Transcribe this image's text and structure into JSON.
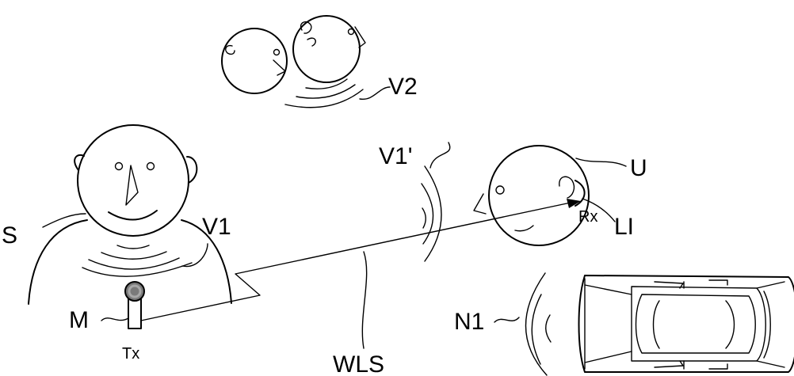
{
  "labels": {
    "speaker": "S",
    "voice_speaker": "V1",
    "voice_speaker_far": "V1'",
    "other_voices": "V2",
    "user": "U",
    "loudspeaker": "LI",
    "receiver": "Rx",
    "microphone": "M",
    "transmitter": "Tx",
    "wireless_link": "WLS",
    "noise": "N1"
  }
}
